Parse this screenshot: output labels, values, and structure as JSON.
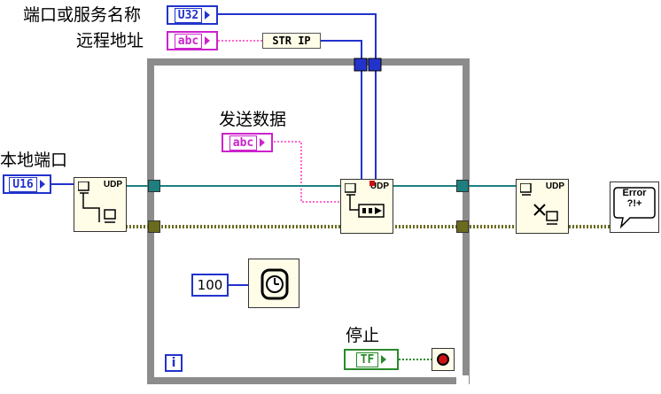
{
  "labels": {
    "port_or_service": "端口或服务名称",
    "remote_address": "远程地址",
    "send_data": "发送数据",
    "local_port": "本地端口",
    "stop": "停止"
  },
  "terminals": {
    "port_service_type": "U32",
    "remote_address_type": "abc",
    "send_data_type": "abc",
    "local_port_type": "U16",
    "stop_type": "TF"
  },
  "functions": {
    "str_to_ip": "STR IP",
    "udp_open": "UDP",
    "udp_write": "UDP",
    "udp_close": "UDP",
    "error_handler": "Error ?!+"
  },
  "constants": {
    "wait_ms": "100"
  },
  "loop": {
    "iteration_terminal": "i"
  },
  "colors": {
    "numeric_wire": "#2233cc",
    "string_wire": "#ff66cc",
    "error_wire": "#6b6b1e",
    "udp_ref_wire": "#1e7f7f",
    "boolean_wire": "#2a8a2a",
    "loop_frame": "#8c8c8c"
  }
}
